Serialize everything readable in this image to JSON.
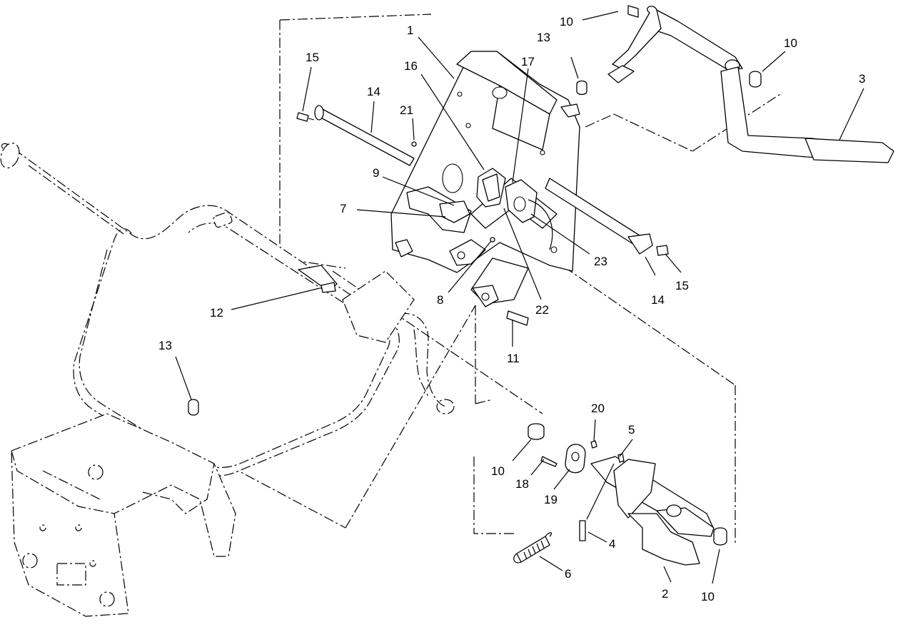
{
  "callouts": [
    {
      "id": "c1",
      "label": "1"
    },
    {
      "id": "c2",
      "label": "2"
    },
    {
      "id": "c3",
      "label": "3"
    },
    {
      "id": "c4",
      "label": "4"
    },
    {
      "id": "c5",
      "label": "5"
    },
    {
      "id": "c6",
      "label": "6"
    },
    {
      "id": "c7",
      "label": "7"
    },
    {
      "id": "c8",
      "label": "8"
    },
    {
      "id": "c9",
      "label": "9"
    },
    {
      "id": "c10a",
      "label": "10"
    },
    {
      "id": "c10b",
      "label": "10"
    },
    {
      "id": "c10c",
      "label": "10"
    },
    {
      "id": "c10d",
      "label": "10"
    },
    {
      "id": "c11",
      "label": "11"
    },
    {
      "id": "c12",
      "label": "12"
    },
    {
      "id": "c13a",
      "label": "13"
    },
    {
      "id": "c13b",
      "label": "13"
    },
    {
      "id": "c14a",
      "label": "14"
    },
    {
      "id": "c14b",
      "label": "14"
    },
    {
      "id": "c15a",
      "label": "15"
    },
    {
      "id": "c15b",
      "label": "15"
    },
    {
      "id": "c16",
      "label": "16"
    },
    {
      "id": "c17",
      "label": "17"
    },
    {
      "id": "c18",
      "label": "18"
    },
    {
      "id": "c19",
      "label": "19"
    },
    {
      "id": "c20",
      "label": "20"
    },
    {
      "id": "c21",
      "label": "21"
    },
    {
      "id": "c22",
      "label": "22"
    },
    {
      "id": "c23",
      "label": "23"
    }
  ]
}
